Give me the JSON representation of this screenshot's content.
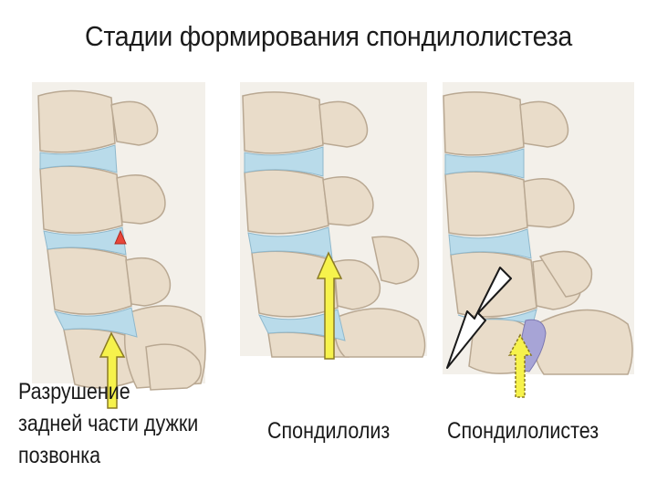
{
  "title": "Стадии формирования спондилолистеза",
  "stages": [
    {
      "label": "Разрушение задней части дужки позвонка"
    },
    {
      "label": "Спондилолиз"
    },
    {
      "label": "Спондилолистез"
    }
  ],
  "colors": {
    "bone": "#e9dcc9",
    "bone_outline": "#b9a892",
    "disc": "#b9dbea",
    "arrow_fill": "#f6f24c",
    "arrow_outline": "#8a7a24",
    "fracture": "#e8463a",
    "slipped_disc": "#a7a4d6"
  }
}
